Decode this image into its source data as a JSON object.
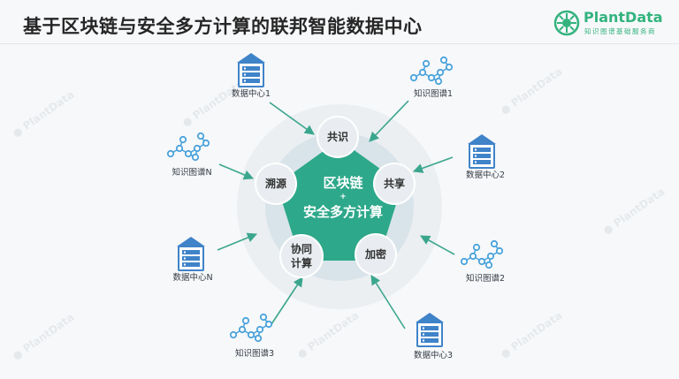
{
  "title": "基于区块链与安全多方计算的联邦智能数据中心",
  "logo": {
    "name": "PlantData",
    "tagline": "知识图谱基础服务商"
  },
  "watermark": "PlantData",
  "center": {
    "line1": "区块链",
    "plus": "+",
    "line2": "安全多方计算"
  },
  "bubbles": {
    "consensus": "共识",
    "share": "共享",
    "encrypt": "加密",
    "collab": "协同计算",
    "trace": "溯源"
  },
  "nodes": {
    "dc1": "数据中心1",
    "dc2": "数据中心2",
    "dc3": "数据中心3",
    "dcn": "数据中心N",
    "kg1": "知识图谱1",
    "kg2": "知识图谱2",
    "kg3": "知识图谱3",
    "kgn": "知识图谱N"
  },
  "colors": {
    "center": "#2ea88a",
    "ring": "#d9e4ea",
    "outer_ring": "#ebeff2",
    "arrow": "#3aa68d",
    "server": "#3f83c9",
    "graph": "#4aa2db",
    "logo": "#33b37e"
  },
  "icons": {
    "server": "server-icon",
    "graph": "knowledge-graph-icon",
    "logo": "plantdata-logo-icon"
  }
}
